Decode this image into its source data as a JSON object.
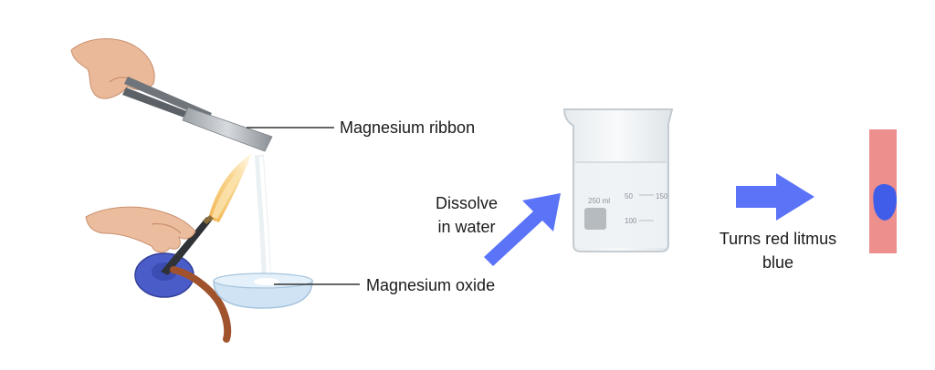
{
  "labels": {
    "magnesium_ribbon": "Magnesium ribbon",
    "magnesium_oxide": "Magnesium oxide",
    "dissolve_line1": "Dissolve",
    "dissolve_line2": "in water",
    "litmus_line1": "Turns red litmus",
    "litmus_line2": "blue"
  },
  "beaker_markings": {
    "volume": "250 ml",
    "mark_150": "150",
    "mark_100": "100",
    "mark_50": "50"
  },
  "colors": {
    "arrow": "#5a73f7",
    "litmus_red": "#ec8f8d",
    "litmus_blue": "#3f5de8",
    "burner_base": "#4a5cc7",
    "dish": "#cfe3f5",
    "tube": "#a0522d",
    "flame": "#f7c46a"
  },
  "icons": [
    "hand-icon",
    "tongs-icon",
    "ribbon-icon",
    "flame-icon",
    "burner-icon",
    "dish-icon",
    "beaker-icon",
    "arrow-icon",
    "litmus-paper-icon"
  ]
}
